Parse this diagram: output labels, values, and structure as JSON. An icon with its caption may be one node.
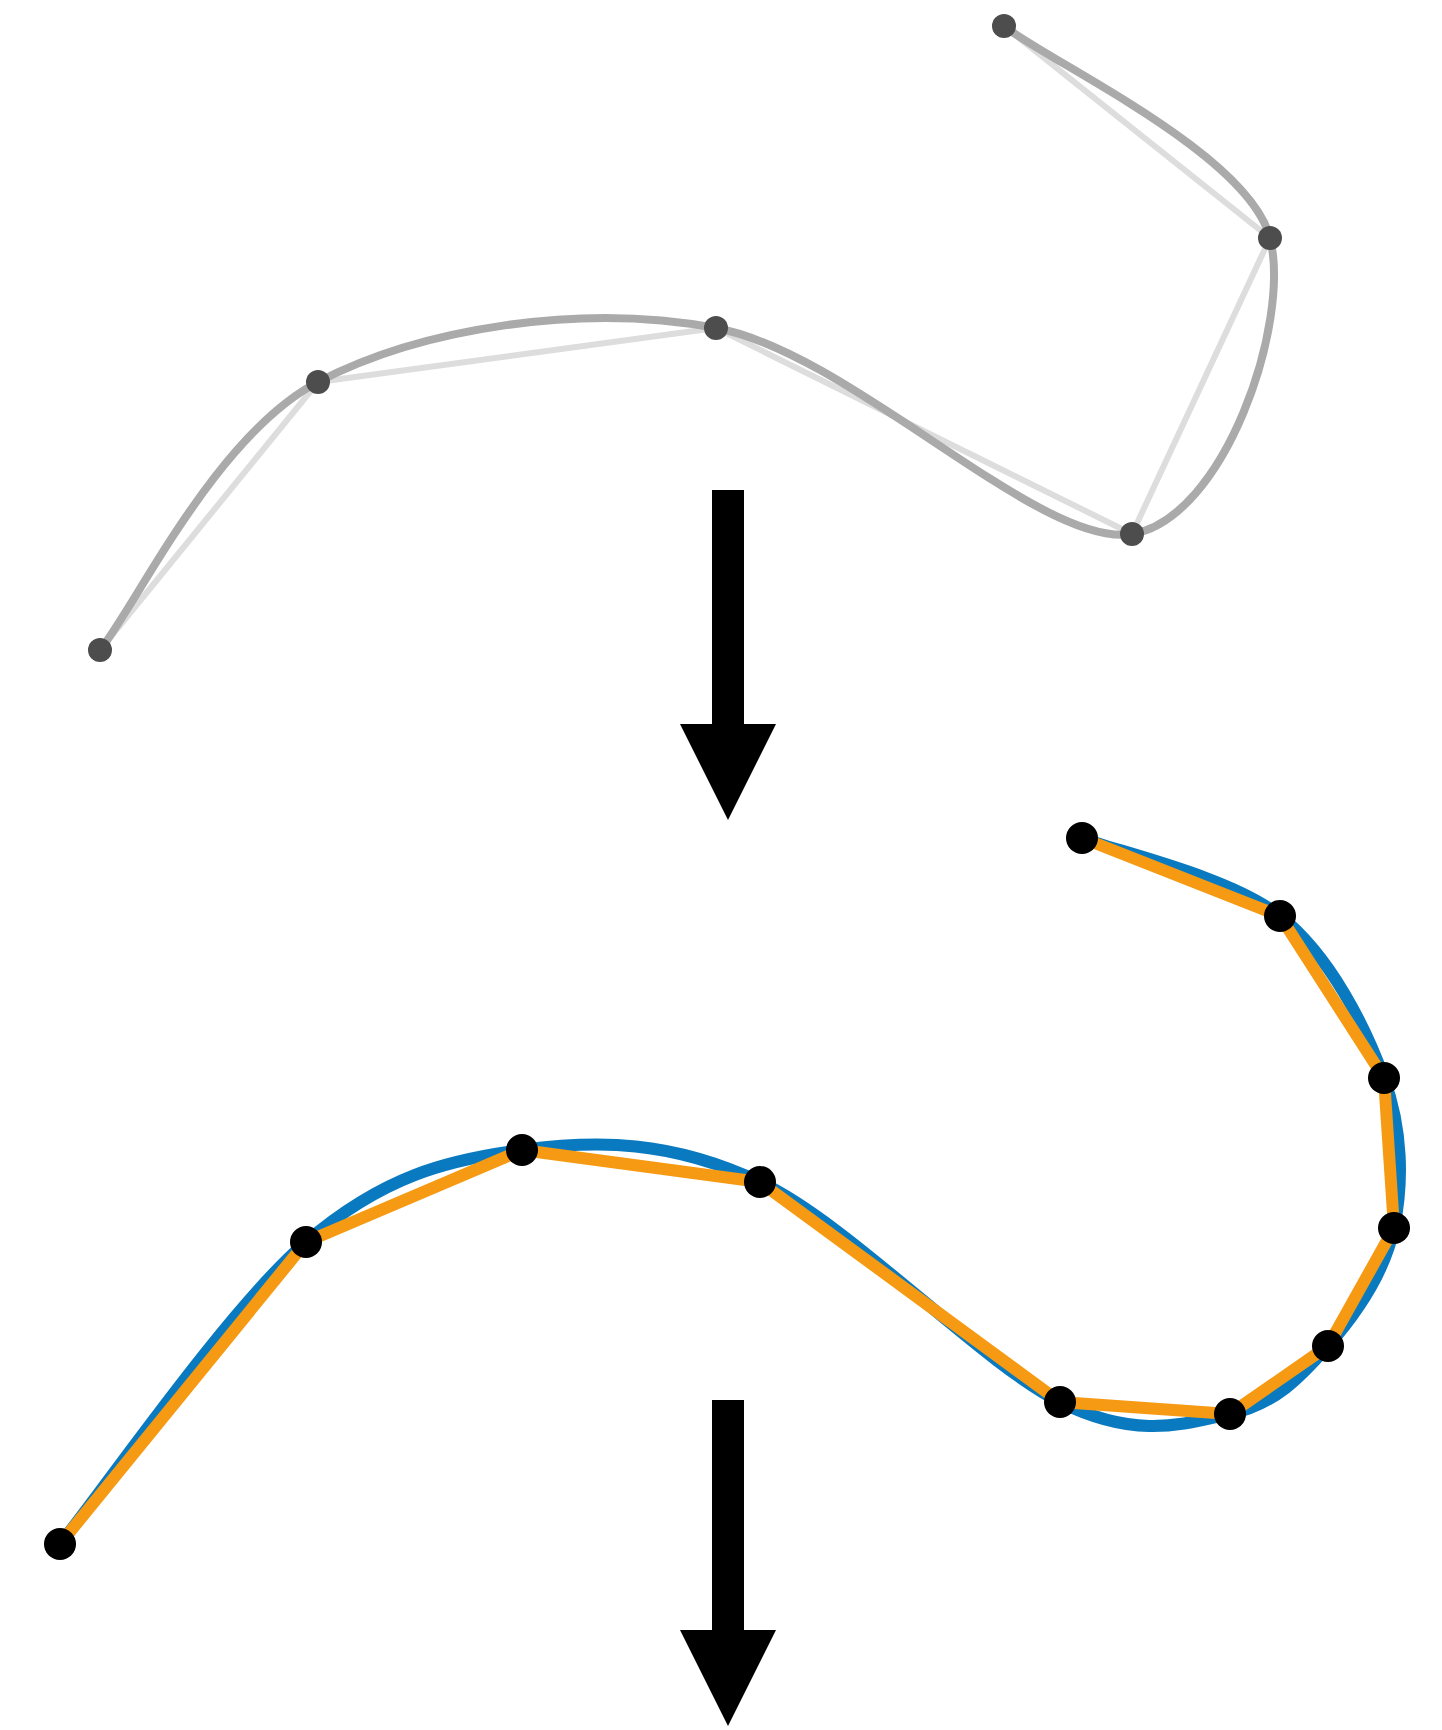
{
  "diagram": {
    "nodes": [
      {
        "text": [],
        "shape": "curve"
      },
      {
        "text": [],
        "shape": "curve"
      }
    ],
    "edges": [
      {
        "from": 0,
        "to": 1,
        "arrow": "to"
      }
    ]
  }
}
